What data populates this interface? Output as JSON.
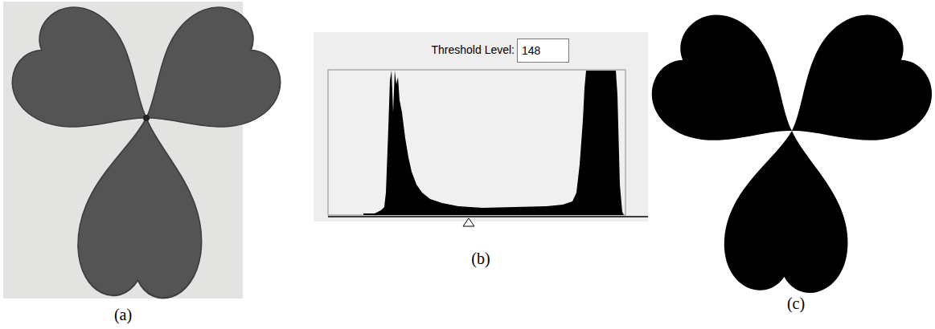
{
  "diagram": {
    "nodes": [
      {
        "text": [
          "148"
        ]
      }
    ],
    "labels": [
      "Threshold Level:",
      "(a)",
      "(b)",
      "(c)"
    ]
  }
}
